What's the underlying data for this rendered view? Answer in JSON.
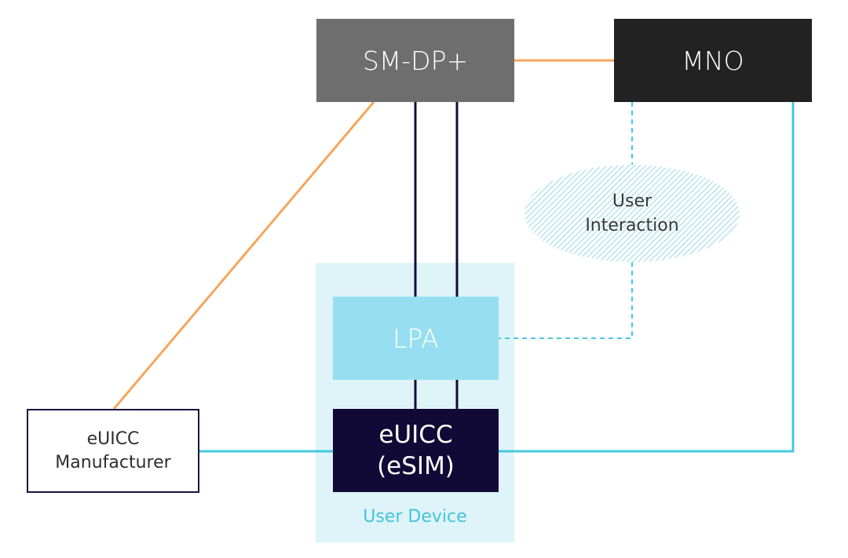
{
  "nodes": {
    "smdp": {
      "label": "SM-DP+"
    },
    "mno": {
      "label": "MNO"
    },
    "lpa": {
      "label": "LPA"
    },
    "euicc": {
      "line1": "eUICC",
      "line2": "(eSIM)"
    },
    "manufacturer": {
      "line1": "eUICC",
      "line2": "Manufacturer"
    },
    "user_interaction": {
      "line1": "User",
      "line2": "Interaction"
    },
    "user_device": {
      "label": "User Device"
    }
  },
  "colors": {
    "orange_link": "#f5a65b",
    "cyan_link": "#46c9de",
    "navy_link": "#140c3a",
    "smdp_fill": "#6e6e6e",
    "mno_fill": "#222222",
    "lpa_fill": "#97dff0",
    "euicc_fill": "#120a36",
    "device_region": "#def4f9"
  }
}
